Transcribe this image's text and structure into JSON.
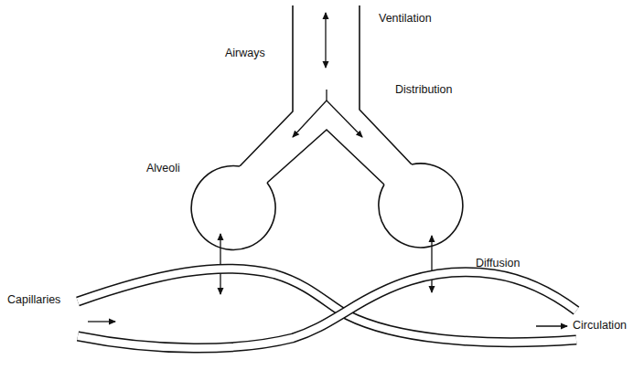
{
  "diagram": {
    "labels": [
      "Ventilation",
      "Airways",
      "Distribution",
      "Alveoli",
      "Diffusion",
      "Capillaries",
      "Circulation"
    ]
  }
}
